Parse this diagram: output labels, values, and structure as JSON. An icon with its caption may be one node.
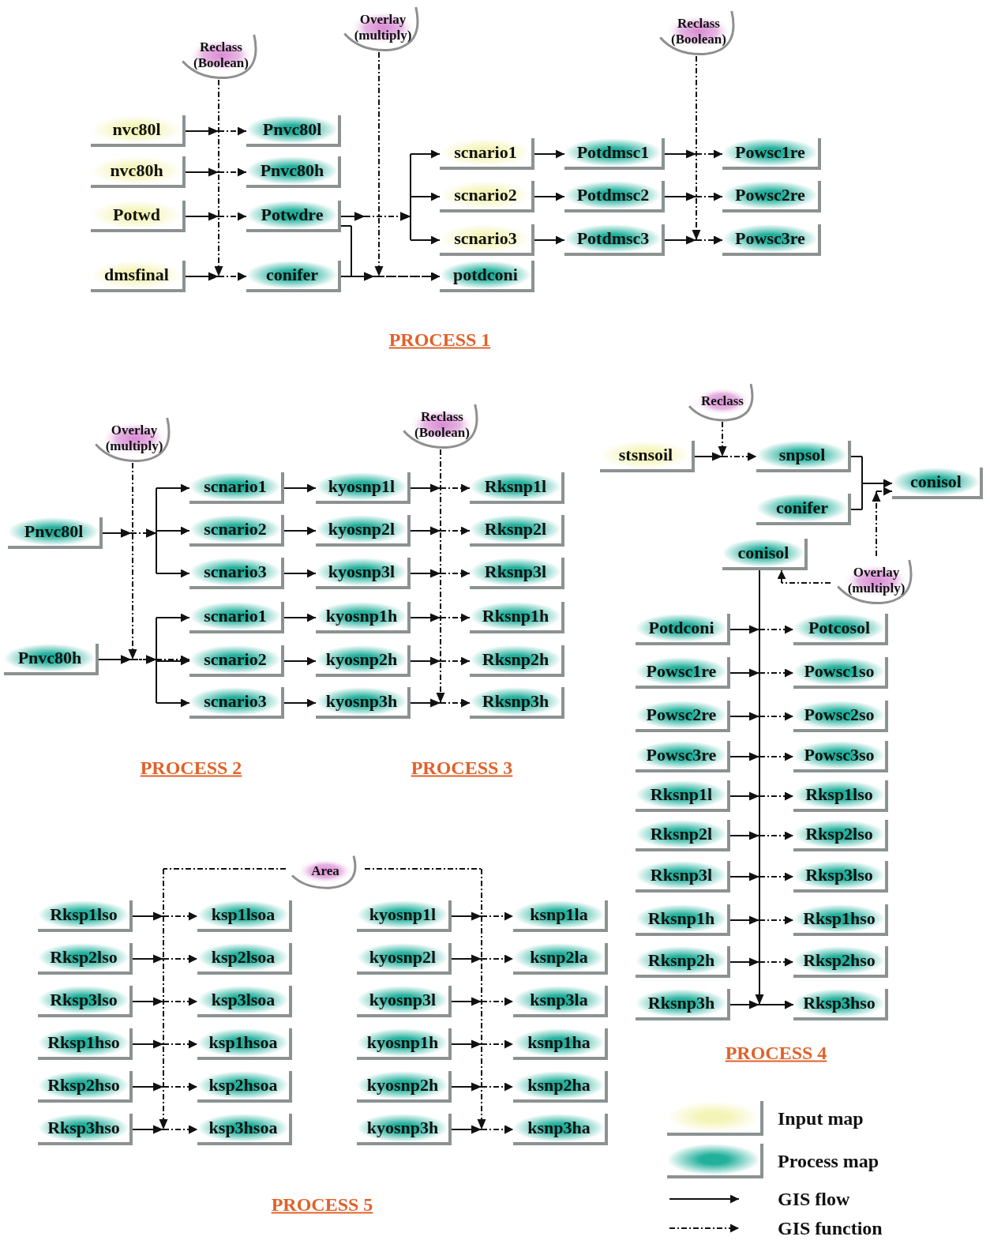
{
  "diagram": {
    "nodes": [
      {
        "text": [
          "Reclass (Boolean)"
        ]
      },
      {
        "text": [
          "Overlay (multiply)"
        ]
      },
      {
        "text": [
          "Reclass (Boolean)"
        ]
      },
      {
        "text": [
          "nvc80l"
        ]
      },
      {
        "text": [
          "nvc80h"
        ]
      },
      {
        "text": [
          "Potwd"
        ]
      },
      {
        "text": [
          "dmsfinal"
        ]
      },
      {
        "text": [
          "Pnvc80l"
        ]
      },
      {
        "text": [
          "Pnvc80h"
        ]
      },
      {
        "text": [
          "Potwdre"
        ]
      },
      {
        "text": [
          "conifer"
        ]
      },
      {
        "text": [
          "scnario1"
        ]
      },
      {
        "text": [
          "scnario2"
        ]
      },
      {
        "text": [
          "scnario3"
        ]
      },
      {
        "text": [
          "potdconi"
        ]
      },
      {
        "text": [
          "Potdmsc1"
        ]
      },
      {
        "text": [
          "Potdmsc2"
        ]
      },
      {
        "text": [
          "Potdmsc3"
        ]
      },
      {
        "text": [
          "Powsc1re"
        ]
      },
      {
        "text": [
          "Powsc2re"
        ]
      },
      {
        "text": [
          "Powsc3re"
        ]
      },
      {
        "text": [
          "Overlay (multiply)"
        ]
      },
      {
        "text": [
          "Reclass (Boolean)"
        ]
      },
      {
        "text": [
          "Pnvc80l"
        ]
      },
      {
        "text": [
          "Pnvc80h"
        ]
      },
      {
        "text": [
          "scnario1"
        ]
      },
      {
        "text": [
          "scnario2"
        ]
      },
      {
        "text": [
          "scnario3"
        ]
      },
      {
        "text": [
          "scnario1"
        ]
      },
      {
        "text": [
          "scnario2"
        ]
      },
      {
        "text": [
          "scnario3"
        ]
      },
      {
        "text": [
          "kyosnp1l"
        ]
      },
      {
        "text": [
          "kyosnp2l"
        ]
      },
      {
        "text": [
          "kyosnp3l"
        ]
      },
      {
        "text": [
          "kyosnp1h"
        ]
      },
      {
        "text": [
          "kyosnp2h"
        ]
      },
      {
        "text": [
          "kyosnp3h"
        ]
      },
      {
        "text": [
          "Rksnp1l"
        ]
      },
      {
        "text": [
          "Rksnp2l"
        ]
      },
      {
        "text": [
          "Rksnp3l"
        ]
      },
      {
        "text": [
          "Rksnp1h"
        ]
      },
      {
        "text": [
          "Rksnp2h"
        ]
      },
      {
        "text": [
          "Rksnp3h"
        ]
      },
      {
        "text": [
          "Reclass"
        ]
      },
      {
        "text": [
          "stsnsoil"
        ]
      },
      {
        "text": [
          "snpsol"
        ]
      },
      {
        "text": [
          "conifer"
        ]
      },
      {
        "text": [
          "conisol"
        ]
      },
      {
        "text": [
          "conisol"
        ]
      },
      {
        "text": [
          "Overlay (multiply)"
        ]
      },
      {
        "text": [
          "Potdconi"
        ]
      },
      {
        "text": [
          "Potcosol"
        ]
      },
      {
        "text": [
          "Powsc1re"
        ]
      },
      {
        "text": [
          "Powsc1so"
        ]
      },
      {
        "text": [
          "Powsc2re"
        ]
      },
      {
        "text": [
          "Powsc2so"
        ]
      },
      {
        "text": [
          "Powsc3re"
        ]
      },
      {
        "text": [
          "Powsc3so"
        ]
      },
      {
        "text": [
          "Rksnp1l"
        ]
      },
      {
        "text": [
          "Rksp1lso"
        ]
      },
      {
        "text": [
          "Rksnp2l"
        ]
      },
      {
        "text": [
          "Rksp2lso"
        ]
      },
      {
        "text": [
          "Rksnp3l"
        ]
      },
      {
        "text": [
          "Rksp3lso"
        ]
      },
      {
        "text": [
          "Rksnp1h"
        ]
      },
      {
        "text": [
          "Rksp1hso"
        ]
      },
      {
        "text": [
          "Rksnp2h"
        ]
      },
      {
        "text": [
          "Rksp2hso"
        ]
      },
      {
        "text": [
          "Rksnp3h"
        ]
      },
      {
        "text": [
          "Rksp3hso"
        ]
      },
      {
        "text": [
          "Area"
        ]
      },
      {
        "text": [
          "Rksp1lso"
        ]
      },
      {
        "text": [
          "ksp1lsoa"
        ]
      },
      {
        "text": [
          "kyosnp1l"
        ]
      },
      {
        "text": [
          "ksnp1la"
        ]
      },
      {
        "text": [
          "Rksp2lso"
        ]
      },
      {
        "text": [
          "ksp2lsoa"
        ]
      },
      {
        "text": [
          "kyosnp2l"
        ]
      },
      {
        "text": [
          "ksnp2la"
        ]
      },
      {
        "text": [
          "Rksp3lso"
        ]
      },
      {
        "text": [
          "ksp3lsoa"
        ]
      },
      {
        "text": [
          "kyosnp3l"
        ]
      },
      {
        "text": [
          "ksnp3la"
        ]
      },
      {
        "text": [
          "Rksp1hso"
        ]
      },
      {
        "text": [
          "ksp1hsoa"
        ]
      },
      {
        "text": [
          "kyosnp1h"
        ]
      },
      {
        "text": [
          "ksnp1ha"
        ]
      },
      {
        "text": [
          "Rksp2hso"
        ]
      },
      {
        "text": [
          "ksp2hsoa"
        ]
      },
      {
        "text": [
          "kyosnp2h"
        ]
      },
      {
        "text": [
          "ksnp2ha"
        ]
      },
      {
        "text": [
          "Rksp3hso"
        ]
      },
      {
        "text": [
          "ksp3hsoa"
        ]
      },
      {
        "text": [
          "kyosnp3h"
        ]
      },
      {
        "text": [
          "ksnp3ha"
        ]
      }
    ],
    "edges": [
      {
        "from": 3,
        "to": 7,
        "arrow": "to"
      },
      {
        "from": 4,
        "to": 8,
        "arrow": "to"
      },
      {
        "from": 5,
        "to": 9,
        "arrow": "to"
      },
      {
        "from": 6,
        "to": 10,
        "arrow": "to"
      },
      {
        "from": 0,
        "to": 10,
        "arrow": "to",
        "style": "dashed"
      },
      {
        "from": 9,
        "to": 11,
        "arrow": "to"
      },
      {
        "from": 9,
        "to": 12,
        "arrow": "to"
      },
      {
        "from": 9,
        "to": 13,
        "arrow": "to"
      },
      {
        "from": 9,
        "to": 14,
        "arrow": "to"
      },
      {
        "from": 10,
        "to": 14,
        "arrow": "to"
      },
      {
        "from": 1,
        "to": 14,
        "arrow": "to",
        "style": "dashed"
      },
      {
        "from": 11,
        "to": 15,
        "arrow": "to"
      },
      {
        "from": 12,
        "to": 16,
        "arrow": "to"
      },
      {
        "from": 13,
        "to": 17,
        "arrow": "to"
      },
      {
        "from": 15,
        "to": 18,
        "arrow": "to"
      },
      {
        "from": 16,
        "to": 19,
        "arrow": "to"
      },
      {
        "from": 17,
        "to": 20,
        "arrow": "to"
      },
      {
        "from": 2,
        "to": 20,
        "arrow": "to",
        "style": "dashed"
      },
      {
        "from": 23,
        "to": 25,
        "arrow": "to"
      },
      {
        "from": 23,
        "to": 26,
        "arrow": "to"
      },
      {
        "from": 23,
        "to": 27,
        "arrow": "to"
      },
      {
        "from": 24,
        "to": 28,
        "arrow": "to"
      },
      {
        "from": 24,
        "to": 29,
        "arrow": "to"
      },
      {
        "from": 24,
        "to": 30,
        "arrow": "to"
      },
      {
        "from": 21,
        "to": 29,
        "arrow": "to",
        "style": "dashed"
      },
      {
        "from": 25,
        "to": 31,
        "arrow": "to"
      },
      {
        "from": 26,
        "to": 32,
        "arrow": "to"
      },
      {
        "from": 27,
        "to": 33,
        "arrow": "to"
      },
      {
        "from": 28,
        "to": 34,
        "arrow": "to"
      },
      {
        "from": 29,
        "to": 35,
        "arrow": "to"
      },
      {
        "from": 30,
        "to": 36,
        "arrow": "to"
      },
      {
        "from": 31,
        "to": 37,
        "arrow": "to"
      },
      {
        "from": 32,
        "to": 38,
        "arrow": "to"
      },
      {
        "from": 33,
        "to": 39,
        "arrow": "to"
      },
      {
        "from": 34,
        "to": 40,
        "arrow": "to"
      },
      {
        "from": 35,
        "to": 41,
        "arrow": "to"
      },
      {
        "from": 36,
        "to": 42,
        "arrow": "to"
      },
      {
        "from": 22,
        "to": 42,
        "arrow": "to",
        "style": "dashed"
      },
      {
        "from": 44,
        "to": 45,
        "arrow": "to"
      },
      {
        "from": 43,
        "to": 45,
        "arrow": "to",
        "style": "dashed"
      },
      {
        "from": 45,
        "to": 47,
        "arrow": "to"
      },
      {
        "from": 46,
        "to": 47,
        "arrow": "to"
      },
      {
        "from": 49,
        "to": 47,
        "arrow": "to",
        "style": "dashed"
      },
      {
        "from": 48,
        "to": 69,
        "arrow": "to"
      },
      {
        "from": 49,
        "to": 48,
        "arrow": "to",
        "style": "dashed"
      },
      {
        "from": 50,
        "to": 51,
        "arrow": "to"
      },
      {
        "from": 52,
        "to": 53,
        "arrow": "to"
      },
      {
        "from": 54,
        "to": 55,
        "arrow": "to"
      },
      {
        "from": 56,
        "to": 57,
        "arrow": "to"
      },
      {
        "from": 58,
        "to": 59,
        "arrow": "to"
      },
      {
        "from": 60,
        "to": 61,
        "arrow": "to"
      },
      {
        "from": 62,
        "to": 63,
        "arrow": "to"
      },
      {
        "from": 64,
        "to": 65,
        "arrow": "to"
      },
      {
        "from": 66,
        "to": 67,
        "arrow": "to"
      },
      {
        "from": 68,
        "to": 69,
        "arrow": "to"
      },
      {
        "from": 70,
        "to": 92,
        "arrow": "to",
        "style": "dashed"
      },
      {
        "from": 70,
        "to": 94,
        "arrow": "to",
        "style": "dashed"
      },
      {
        "from": 71,
        "to": 72,
        "arrow": "to"
      },
      {
        "from": 75,
        "to": 76,
        "arrow": "to"
      },
      {
        "from": 79,
        "to": 80,
        "arrow": "to"
      },
      {
        "from": 83,
        "to": 84,
        "arrow": "to"
      },
      {
        "from": 87,
        "to": 88,
        "arrow": "to"
      },
      {
        "from": 91,
        "to": 92,
        "arrow": "to"
      },
      {
        "from": 73,
        "to": 74,
        "arrow": "to"
      },
      {
        "from": 77,
        "to": 78,
        "arrow": "to"
      },
      {
        "from": 81,
        "to": 82,
        "arrow": "to"
      },
      {
        "from": 85,
        "to": 86,
        "arrow": "to"
      },
      {
        "from": 89,
        "to": 90,
        "arrow": "to"
      },
      {
        "from": 93,
        "to": 94,
        "arrow": "to"
      }
    ],
    "labels": [
      "PROCESS 1",
      "PROCESS 2",
      "PROCESS 3",
      "PROCESS 4",
      "PROCESS 5"
    ],
    "legend": [
      {
        "text": "Input map",
        "color": "#f4f4b8"
      },
      {
        "text": "Process map",
        "color": "#22b09c"
      },
      {
        "text": "GIS flow"
      },
      {
        "text": "GIS function"
      }
    ]
  }
}
